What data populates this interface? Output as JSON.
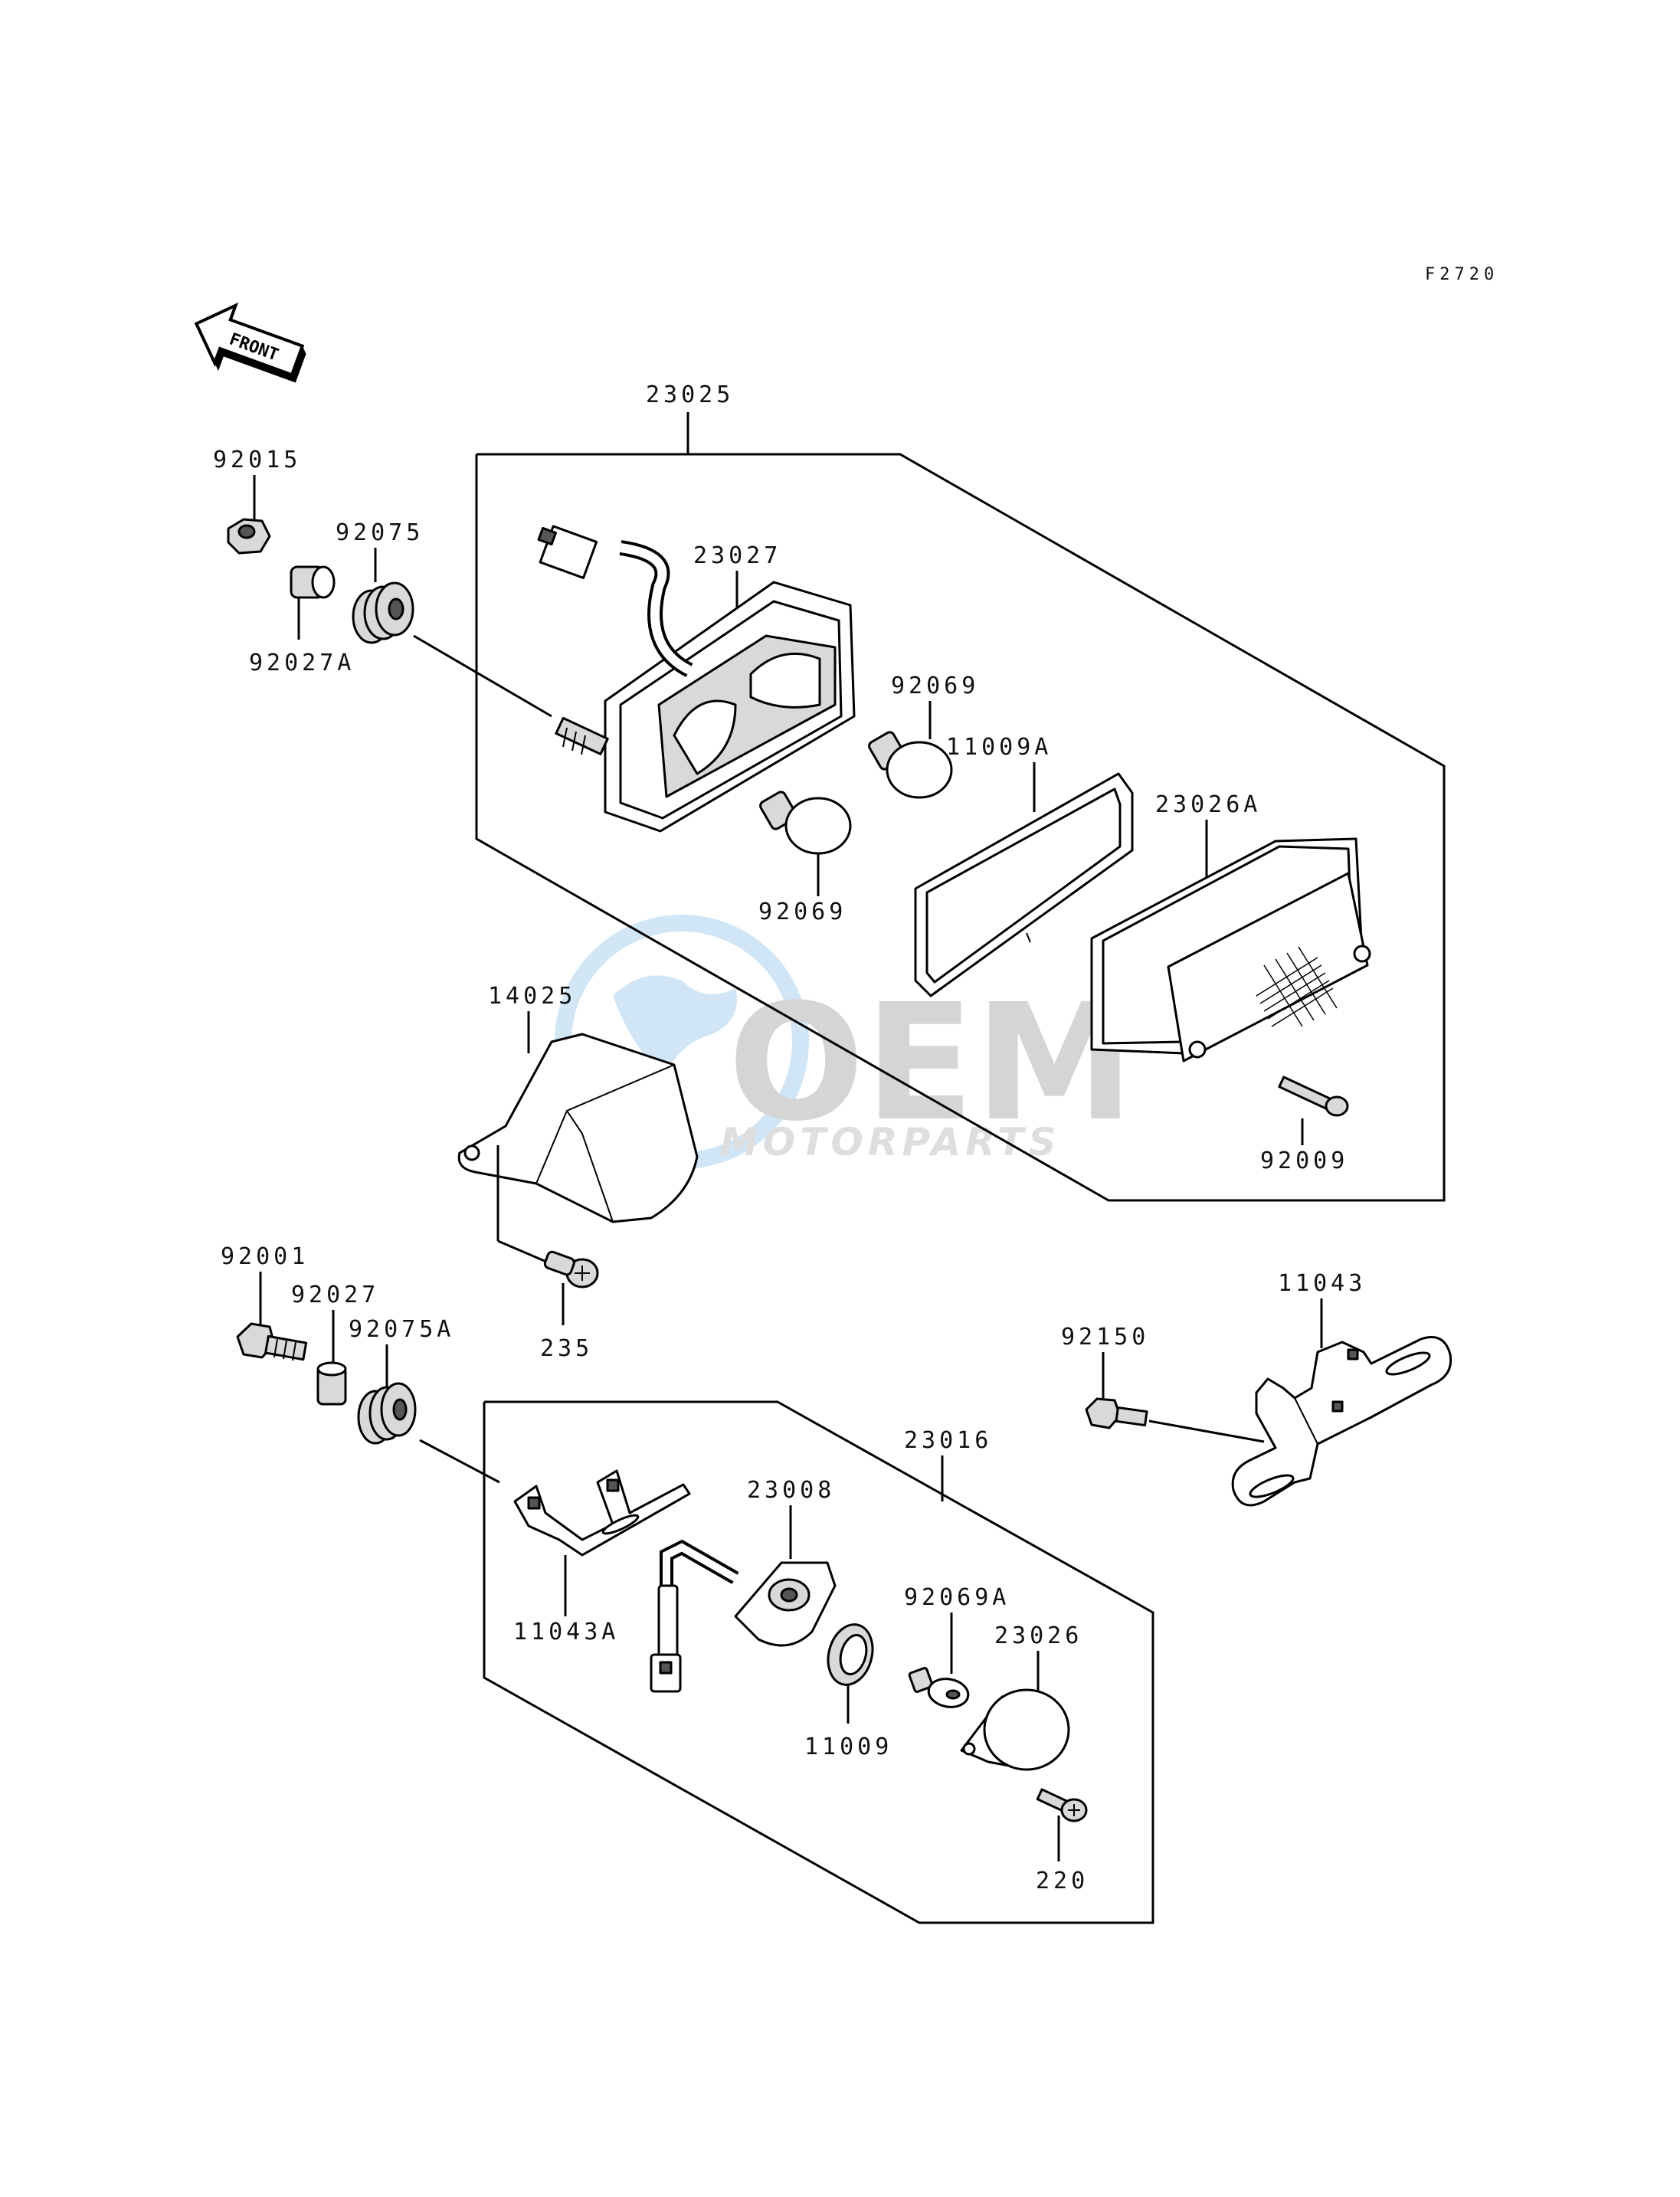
{
  "diagram_code": "F2720",
  "front_label": "FRONT",
  "watermark": {
    "brand": "OEM",
    "sub": "MOTORPARTS"
  },
  "parts": {
    "p23025": "23025",
    "p92015": "92015",
    "p92075": "92075",
    "p23027": "23027",
    "p92027A": "92027A",
    "p92069_top": "92069",
    "p11009A": "11009A",
    "p23026A": "23026A",
    "p92069_bot": "92069",
    "p14025": "14025",
    "p92009": "92009",
    "p92001": "92001",
    "p92027": "92027",
    "p92075A": "92075A",
    "p235": "235",
    "p11043": "11043",
    "p92150": "92150",
    "p23016": "23016",
    "p23008": "23008",
    "p92069A": "92069A",
    "p23026": "23026",
    "p11043A": "11043A",
    "p11009": "11009",
    "p220": "220"
  }
}
